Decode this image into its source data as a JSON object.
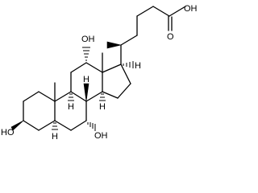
{
  "molecule": {
    "labels": {
      "o12": "OH",
      "o3": "HO",
      "o7": "OH",
      "acid_oxo": "O",
      "acid_hydroxy": "OH",
      "h17": "H",
      "h9": "H",
      "h8": "H",
      "h14": "H",
      "h5": "H"
    }
  }
}
